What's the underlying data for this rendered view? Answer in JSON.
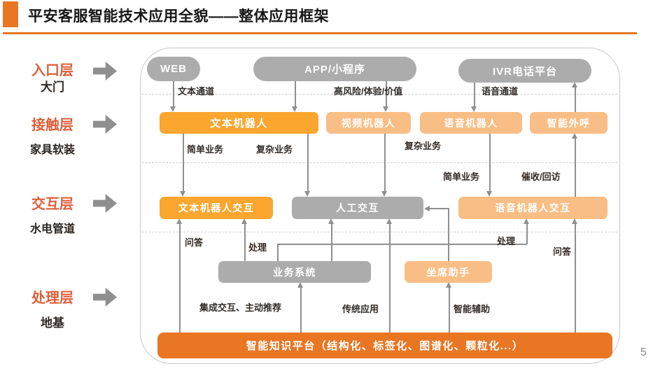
{
  "page": {
    "title": "平安客服智能技术应用全貌——整体应用框架",
    "page_number": "5"
  },
  "colors": {
    "brand_orange": "#E87623",
    "bright_orange": "#FAA62F",
    "light_orange": "#F9BE85",
    "node_gray": "#ACACAC",
    "layer_label_orange": "#DC5F3C",
    "connector_gray": "#8F8F8F"
  },
  "layers": [
    {
      "name": "入口层",
      "metaphor": "大门"
    },
    {
      "name": "接触层",
      "metaphor": "家具软装"
    },
    {
      "name": "交互层",
      "metaphor": "水电管道"
    },
    {
      "name": "处理层",
      "metaphor": "地基"
    }
  ],
  "nodes": {
    "web": "WEB",
    "app": "APP/小程序",
    "ivr": "IVR电话平台",
    "text_robot": "文本机器人",
    "video_robot": "视频机器人",
    "voice_robot": "语音机器人",
    "smart_outbound": "智能外呼",
    "text_robot_interaction": "文本机器人交互",
    "manual_interaction": "人工交互",
    "voice_robot_interaction": "语音机器人交互",
    "business_system": "业务系统",
    "agent_assistant": "坐席助手",
    "knowledge_platform": "智能知识平台（结构化、标签化、图谱化、颗粒化...）"
  },
  "edge_labels": {
    "text_channel": "文本通道",
    "high_risk_value": "高风险/体验/价值",
    "voice_channel": "语音通道",
    "simple_biz_text": "简单业务",
    "complex_biz_text": "复杂业务",
    "complex_biz_video": "复杂业务",
    "simple_biz_voice": "简单业务",
    "collection_callback": "催收/回访",
    "qa_text": "问答",
    "process_text": "处理",
    "process_voice": "处理",
    "qa_voice": "问答",
    "integrated_push": "集成交互、主动推荐",
    "traditional_app": "传统应用",
    "smart_assist": "智能辅助"
  }
}
